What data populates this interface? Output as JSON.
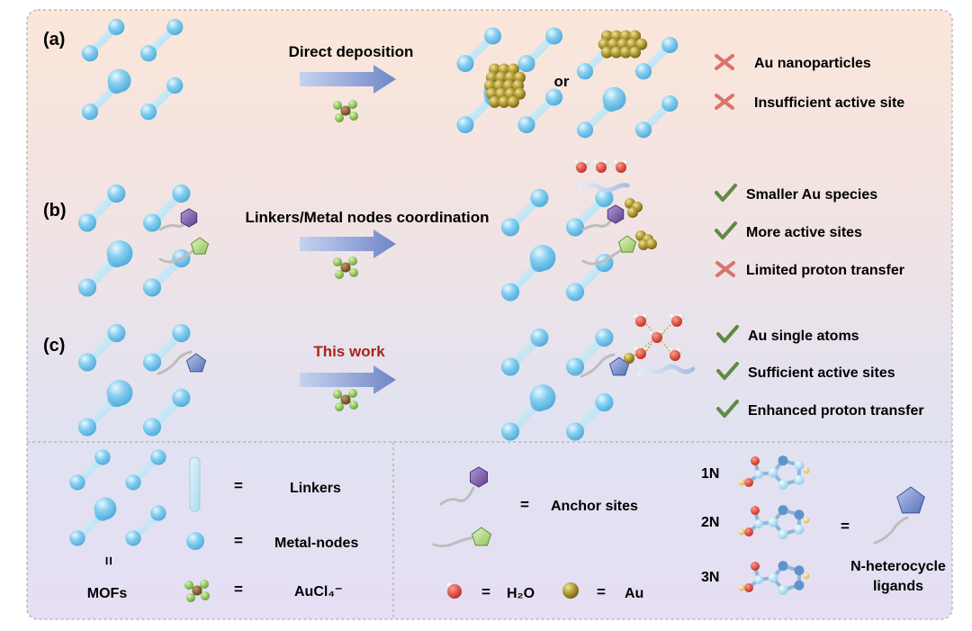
{
  "panels": {
    "a": {
      "label": "(a)",
      "arrow_label": "Direct deposition",
      "or_text": "or",
      "results": [
        {
          "status": "cross",
          "text": "Au nanoparticles"
        },
        {
          "status": "cross",
          "text": "Insufficient active site"
        }
      ]
    },
    "b": {
      "label": "(b)",
      "arrow_label": "Linkers/Metal nodes coordination",
      "results": [
        {
          "status": "check",
          "text": "Smaller Au species"
        },
        {
          "status": "check",
          "text": "More active sites"
        },
        {
          "status": "cross",
          "text": "Limited proton transfer"
        }
      ]
    },
    "c": {
      "label": "(c)",
      "arrow_label": "This work",
      "results": [
        {
          "status": "check",
          "text": "Au single atoms"
        },
        {
          "status": "check",
          "text": "Sufficient active sites"
        },
        {
          "status": "check",
          "text": "Enhanced proton transfer"
        }
      ]
    }
  },
  "legend": {
    "mofs_equal": "=",
    "mofs_label": "MOFs",
    "linkers": "Linkers",
    "metal_nodes": "Metal-nodes",
    "aucl4": "AuCl₄⁻",
    "anchor_sites": "Anchor sites",
    "h2o": "H₂O",
    "au": "Au",
    "equals": "=",
    "ligand_1n": "1N",
    "ligand_2n": "2N",
    "ligand_3n": "3N",
    "n_heterocycle_line1": "N-heterocycle",
    "n_heterocycle_line2": "ligands"
  },
  "colors": {
    "cube_node": "#7dc8ec",
    "cube_linker": "#b9e2f4",
    "arrow": "#7f95cf",
    "au_particle": "#a69230",
    "bad_text": "#c0392b",
    "good_text": "#4f7f3a",
    "cross_mark": "#d9746c",
    "check_mark": "#5e8a45"
  }
}
